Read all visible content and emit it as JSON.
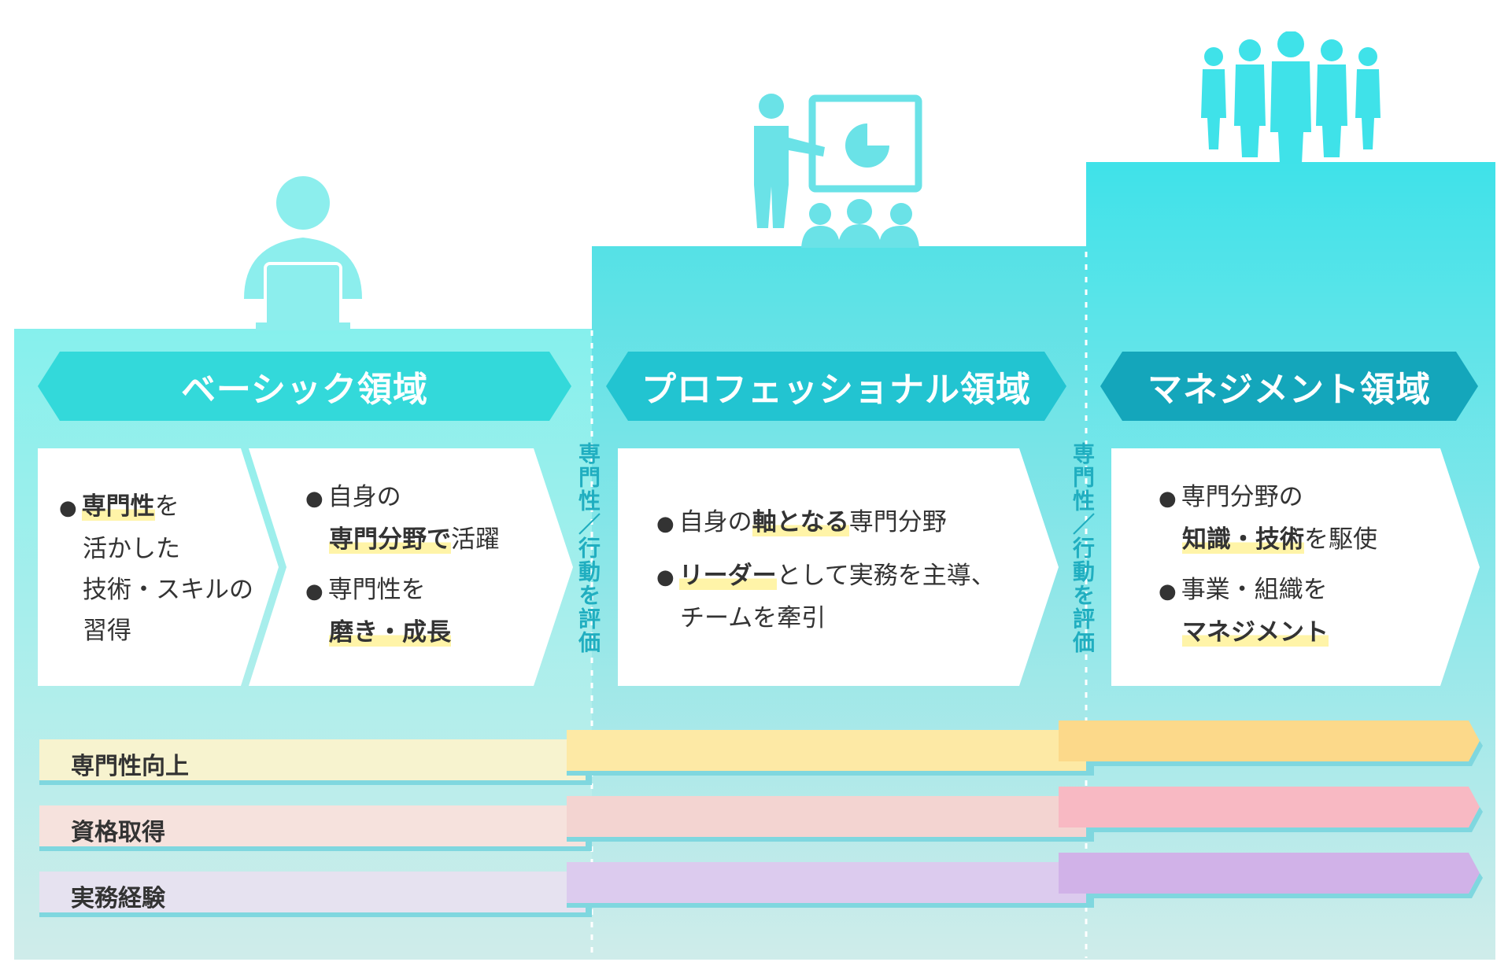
{
  "domains": [
    {
      "title": "ベーシック領域"
    },
    {
      "title": "プロフェッショナル領域"
    },
    {
      "title": "マネジメント領域"
    }
  ],
  "basic": {
    "col1": {
      "strong": "専門性",
      "rest1": "を",
      "line2": "活かした",
      "line3": "技術・スキルの",
      "line4": "習得"
    },
    "col2": {
      "b1_line1": "自身の",
      "b1_strong": "専門分野で",
      "b1_rest": "活躍",
      "b2_line1": "専門性を",
      "b2_strong": "磨き・成長"
    }
  },
  "professional": {
    "b1_pre": "自身の",
    "b1_strong": "軸となる",
    "b1_post": "専門分野",
    "b2_strong": "リーダー",
    "b2_post": "として実務を主導、",
    "b2_line2": "チームを牽引"
  },
  "management": {
    "b1_line1": "専門分野の",
    "b1_strong": "知識・技術",
    "b1_post": "を駆使",
    "b2_line1": "事業・組織を",
    "b2_strong": "マネジメント"
  },
  "evaluation_label": "専門性／行動を評価",
  "bars": [
    {
      "label": "専門性向上",
      "color_basic": "#f7f3cf",
      "color_pro": "#fde9a5",
      "color_mgmt": "#fcd98a"
    },
    {
      "label": "資格取得",
      "color_basic": "#f6e2dd",
      "color_pro": "#f3d4d1",
      "color_mgmt": "#f8b9c3"
    },
    {
      "label": "実務経験",
      "color_basic": "#e6e2f0",
      "color_pro": "#dccbee",
      "color_mgmt": "#d1b2e8"
    }
  ],
  "colors": {
    "banner_basic": "#33d9da",
    "banner_pro": "#22c4d1",
    "banner_mgmt": "#14a6bb",
    "icon": "#5fdde3",
    "eval_text": "#20aec0"
  },
  "icons": [
    "person-laptop-icon",
    "presenter-icon",
    "group-icon"
  ]
}
